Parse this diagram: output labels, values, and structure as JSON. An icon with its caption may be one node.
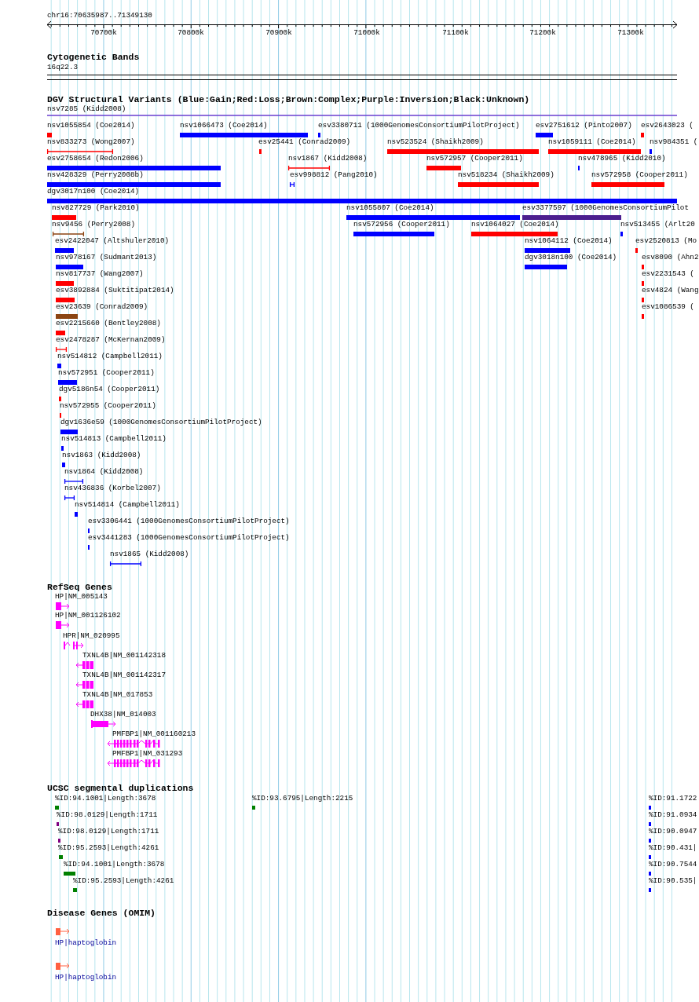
{
  "diagram": {
    "title": "chr16:70635987..71349130",
    "labels": [
      "70700k",
      "70800k",
      "70900k",
      "71000k",
      "71100k",
      "71200k",
      "71300k",
      "Cytogenetic Bands",
      "16q22.3",
      "DGV Structural Variants (Blue:Gain;Red:Loss;Brown:Complex;Purple:Inversion;Black:Unknown)",
      "nsv7285 (Kidd2008)",
      "nsv1055854 (Coe2014)",
      "nsv1066473 (Coe2014)",
      "esv3380711 (1000GenomesConsortiumPilotProject)",
      "esv2751612 (Pinto2007)",
      "esv2643023 (",
      "nsv833273 (Wong2007)",
      "esv25441 (Conrad2009)",
      "nsv523524 (Shaikh2009)",
      "nsv1059111 (Coe2014)",
      "nsv984351 (",
      "esv2758654 (Redon2006)",
      "nsv1867 (Kidd2008)",
      "nsv572957 (Cooper2011)",
      "nsv478965 (Kidd2010)",
      "nsv428329 (Perry2008b)",
      "esv998812 (Pang2010)",
      "nsv518234 (Shaikh2009)",
      "nsv572958 (Cooper2011)",
      "dgv3017n100 (Coe2014)",
      "nsv827729 (Park2010)",
      "nsv1055807 (Coe2014)",
      "esv3377597 (1000GenomesConsortiumPilot",
      "nsv9456 (Perry2008)",
      "nsv572956 (Cooper2011)",
      "nsv1064027 (Coe2014)",
      "nsv513455 (Arlt20",
      "esv2422047 (Altshuler2010)",
      "nsv1064112 (Coe2014)",
      "esv2520813 (Mo",
      "nsv978167 (Sudmant2013)",
      "dgv3018n100 (Coe2014)",
      "esv8090 (Ahn2",
      "nsv817737 (Wang2007)",
      "esv2231543 (",
      "esv3892884 (Suktitipat2014)",
      "esv4824 (Wang",
      "esv23639 (Conrad2009)",
      "esv1086539 (",
      "esv2215660 (Bentley2008)",
      "esv2478287 (McKernan2009)",
      "nsv514812 (Campbell2011)",
      "nsv572951 (Cooper2011)",
      "dgv5186n54 (Cooper2011)",
      "nsv572955 (Cooper2011)",
      "dgv1636e59 (1000GenomesConsortiumPilotProject)",
      "nsv514813 (Campbell2011)",
      "nsv1863 (Kidd2008)",
      "nsv1864 (Kidd2008)",
      "nsv436836 (Korbel2007)",
      "nsv514814 (Campbell2011)",
      "esv3306441 (1000GenomesConsortiumPilotProject)",
      "esv3441283 (1000GenomesConsortiumPilotProject)",
      "nsv1865 (Kidd2008)",
      "RefSeq Genes",
      "HP|NM_005143",
      "HP|NM_001126102",
      "HPR|NM_020995",
      "TXNL4B|NM_001142318",
      "TXNL4B|NM_001142317",
      "TXNL4B|NM_017853",
      "DHX38|NM_014003",
      "PMFBP1|NM_001160213",
      "PMFBP1|NM_031293",
      "UCSC segmental duplications",
      "%ID:94.1001|Length:3678",
      "%ID:93.6795|Length:2215",
      "%ID:91.1722",
      "%ID:98.0129|Length:1711",
      "%ID:91.0934",
      "%ID:98.0129|Length:1711",
      "%ID:90.0947",
      "%ID:95.2593|Length:4261",
      "%ID:90.431|",
      "%ID:94.1001|Length:3678",
      "%ID:90.7544",
      "%ID:95.2593|Length:4261",
      "%ID:90.535|",
      "Disease Genes (OMIM)",
      "HP|haptoglobin",
      "HP|haptoglobin"
    ]
  }
}
